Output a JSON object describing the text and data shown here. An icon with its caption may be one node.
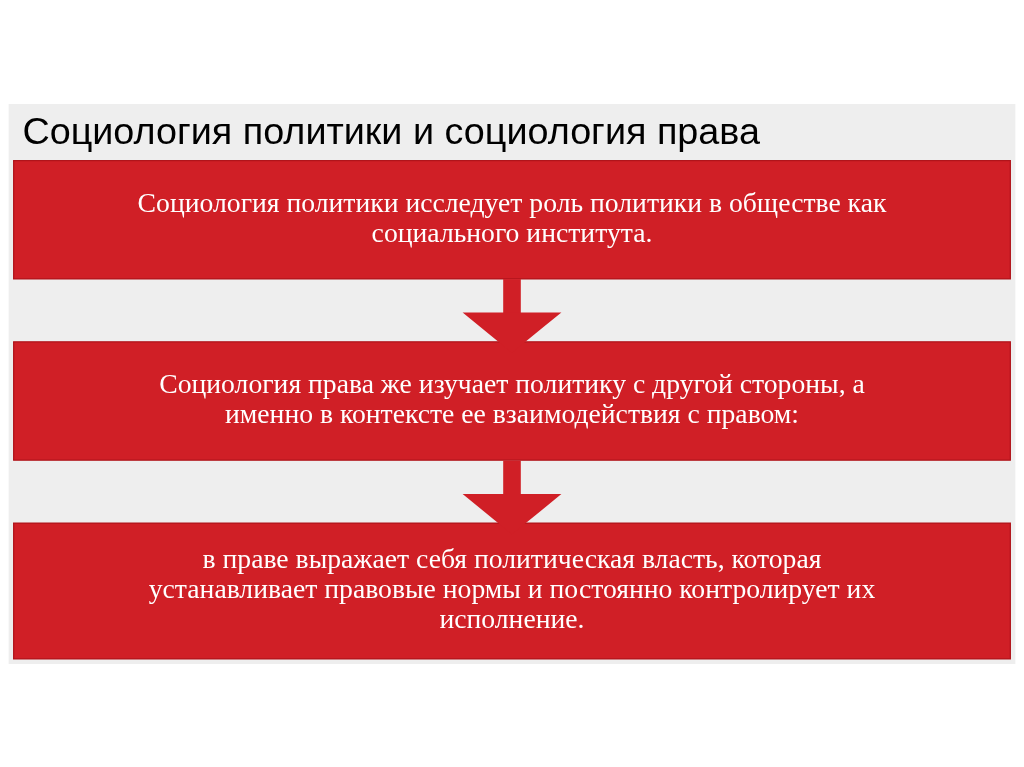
{
  "diagram": {
    "title": "Социология политики и социология права",
    "nodes": [
      {
        "text": [
          "Социология политики исследует роль политики в обществе как социального института."
        ]
      },
      {
        "text": [
          "Социология права же изучает политику с другой стороны, а именно в контексте ее взаимодействия с правом:"
        ]
      },
      {
        "text": [
          "в праве выражает себя политическая власть, которая устанавливает правовые нормы и постоянно контролирует их исполнение."
        ]
      }
    ],
    "edges": [
      {
        "from": 0,
        "to": 1,
        "arrow": "to"
      },
      {
        "from": 1,
        "to": 2,
        "arrow": "to"
      }
    ]
  }
}
